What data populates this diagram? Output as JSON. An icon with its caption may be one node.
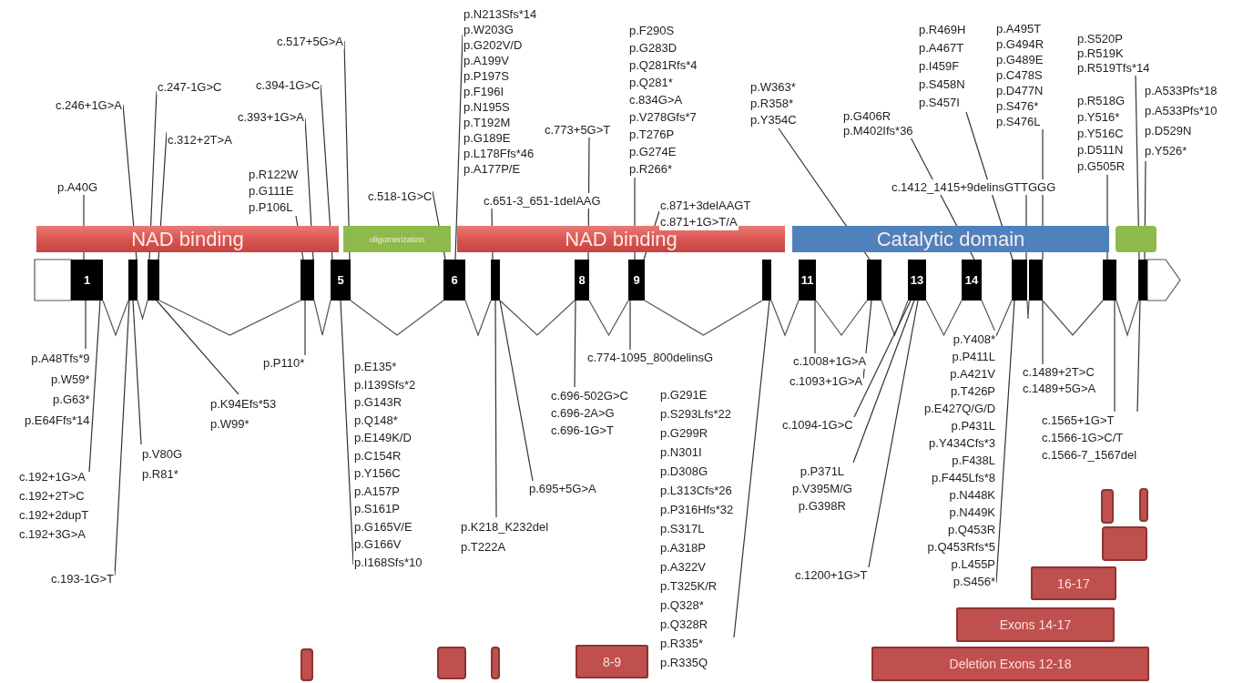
{
  "diagram": {
    "nodes": [
      {
        "text": [
          "p.A40G"
        ]
      },
      {
        "text": [
          "c.246+1G>A"
        ]
      },
      {
        "text": [
          "c.247-1G>C"
        ]
      },
      {
        "text": [
          "c.312+2T>A"
        ]
      },
      {
        "text": [
          "c.393+1G>A"
        ]
      },
      {
        "text": [
          "c.394-1G>C"
        ]
      },
      {
        "text": [
          "c.517+5G>A"
        ]
      },
      {
        "text": [
          "p.R122W",
          "p.G111E",
          "p.P106L"
        ]
      },
      {
        "text": [
          "c.518-1G>C"
        ]
      },
      {
        "text": [
          "p.N213Sfs*14",
          "p.W203G",
          "p.G202V/D",
          "p.A199V",
          "p.P197S",
          "p.F196I",
          "p.N195S",
          "p.T192M",
          "p.G189E",
          "p.L178Ffs*46",
          "p.A177P/E"
        ]
      },
      {
        "text": [
          "c.651-3_651-1delAAG"
        ]
      },
      {
        "text": [
          "c.773+5G>T"
        ]
      },
      {
        "text": [
          "p.F290S",
          "p.G283D",
          "p.Q281Rfs*4",
          "p.Q281*",
          "c.834G>A",
          "p.V278Gfs*7",
          "p.T276P",
          "p.G274E",
          "p.R266*"
        ]
      },
      {
        "text": [
          "c.871+3delAAGT",
          "c.871+1G>T/A"
        ]
      },
      {
        "text": [
          "p.W363*",
          "p.R358*",
          "p.Y354C"
        ]
      },
      {
        "text": [
          "p.G406R",
          "p.M402Ifs*36"
        ]
      },
      {
        "text": [
          "p.R469H",
          "p.A467T",
          "p.I459F",
          "p.S458N",
          "p.S457I"
        ]
      },
      {
        "text": [
          "p.A495T",
          "p.G494R",
          "p.G489E",
          "p.C478S",
          "p.D477N",
          "p.S476*",
          "p.S476L"
        ]
      },
      {
        "text": [
          "c.1412_1415+9delinsGTTGGG"
        ]
      },
      {
        "text": [
          "p.S520P",
          "p.R519K",
          "p.R519Tfs*14"
        ]
      },
      {
        "text": [
          "p.R518G",
          "p.Y516*",
          "p.Y516C",
          "p.D511N",
          "p.G505R"
        ]
      },
      {
        "text": [
          "p.A533Pfs*18",
          "p.A533Pfs*10",
          "p.D529N",
          "p.Y526*"
        ]
      },
      {
        "text": [
          "NAD binding"
        ]
      },
      {
        "text": [
          "oligomerization"
        ]
      },
      {
        "text": [
          "NAD binding"
        ]
      },
      {
        "text": [
          "Catalytic domain"
        ]
      },
      {
        "text": [],
        "shape": "bar"
      },
      {
        "text": [
          "1"
        ]
      },
      {
        "text": [],
        "shape": "box"
      },
      {
        "text": [],
        "shape": "box"
      },
      {
        "text": [],
        "shape": "box"
      },
      {
        "text": [
          "5"
        ]
      },
      {
        "text": [
          "6"
        ]
      },
      {
        "text": [],
        "shape": "box"
      },
      {
        "text": [
          "8"
        ]
      },
      {
        "text": [
          "9"
        ]
      },
      {
        "text": [],
        "shape": "box"
      },
      {
        "text": [
          "11"
        ]
      },
      {
        "text": [],
        "shape": "box"
      },
      {
        "text": [
          "13"
        ]
      },
      {
        "text": [
          "14"
        ]
      },
      {
        "text": [],
        "shape": "box"
      },
      {
        "text": [],
        "shape": "box"
      },
      {
        "text": [],
        "shape": "box"
      },
      {
        "text": [],
        "shape": "box"
      },
      {
        "text": [
          "p.A48Tfs*9",
          "p.W59*",
          "p.G63*",
          "p.E64Ffs*14"
        ]
      },
      {
        "text": [
          "c.192+1G>A",
          "c.192+2T>C",
          "c.192+2dupT",
          "c.192+3G>A"
        ]
      },
      {
        "text": [
          "p.V80G",
          "p.R81*"
        ]
      },
      {
        "text": [
          "p.K94Efs*53",
          "p.W99*"
        ]
      },
      {
        "text": [
          "p.P110*"
        ]
      },
      {
        "text": [
          "p.E135*",
          "p.I139Sfs*2",
          "p.G143R",
          "p.Q148*",
          "p.E149K/D",
          "p.C154R",
          "p.Y156C",
          "p.A157P",
          "p.S161P",
          "p.G165V/E",
          "p.G166V",
          "p.I168Sfs*10"
        ]
      },
      {
        "text": [
          "c.193-1G>T"
        ]
      },
      {
        "text": [
          "c.774-1095_800delinsG"
        ]
      },
      {
        "text": [
          "c.696-502G>C",
          "c.696-2A>G",
          "c.696-1G>T"
        ]
      },
      {
        "text": [
          "p.695+5G>A"
        ]
      },
      {
        "text": [
          "p.K218_K232del",
          "p.T222A"
        ]
      },
      {
        "text": [
          "p.G291E",
          "p.S293Lfs*22",
          "p.G299R",
          "p.N301I",
          "p.D308G",
          "p.L313Cfs*26",
          "p.P316Hfs*32",
          "p.S317L",
          "p.A318P",
          "p.A322V",
          "p.T325K/R",
          "p.Q328*",
          "p.Q328R",
          "p.R335*",
          "p.R335Q"
        ]
      },
      {
        "text": [
          "c.1008+1G>A"
        ]
      },
      {
        "text": [
          "c.1093+1G>A"
        ]
      },
      {
        "text": [
          "c.1094-1G>C"
        ]
      },
      {
        "text": [
          "p.P371L",
          "p.V395M/G",
          "p.G398R"
        ]
      },
      {
        "text": [
          "c.1200+1G>T"
        ]
      },
      {
        "text": [
          "p.Y408*",
          "p.P411L",
          "p.A421V",
          "p.T426P",
          "p.E427Q/G/D",
          "p.P431L",
          "p.Y434Cfs*3",
          "p.F438L",
          "p.F445Lfs*8",
          "p.N448K",
          "p.N449K",
          "p.Q453R",
          "p.Q453Rfs*5",
          "p.L455P",
          "p.S456*"
        ]
      },
      {
        "text": [
          "c.1489+2T>C",
          "c.1489+5G>A"
        ]
      },
      {
        "text": [
          "c.1565+1G>T",
          "c.1566-1G>C/T",
          "c.1566-7_1567del"
        ]
      },
      {
        "text": [],
        "shape": "bar"
      },
      {
        "text": [],
        "shape": "bar"
      },
      {
        "text": [],
        "shape": "bar"
      },
      {
        "text": [
          "8-9"
        ]
      },
      {
        "text": [],
        "shape": "bar"
      },
      {
        "text": [],
        "shape": "bar"
      },
      {
        "text": [],
        "shape": "bar"
      },
      {
        "text": [
          "16-17"
        ]
      },
      {
        "text": [
          "Exons 14-17"
        ]
      },
      {
        "text": [
          "Deletion Exons 12-18"
        ]
      }
    ],
    "edges": [
      {
        "from": 0,
        "to": 27,
        "arrow": "none"
      },
      {
        "from": 1,
        "to": 28,
        "arrow": "none"
      },
      {
        "from": 2,
        "to": 29,
        "arrow": "none"
      },
      {
        "from": 3,
        "to": 29,
        "arrow": "none"
      },
      {
        "from": 4,
        "to": 30,
        "arrow": "none"
      },
      {
        "from": 5,
        "to": 31,
        "arrow": "none"
      },
      {
        "from": 6,
        "to": 31,
        "arrow": "none"
      },
      {
        "from": 7,
        "to": 30,
        "arrow": "none"
      },
      {
        "from": 8,
        "to": 32,
        "arrow": "none"
      },
      {
        "from": 9,
        "to": 32,
        "arrow": "none"
      },
      {
        "from": 10,
        "to": 33,
        "arrow": "none"
      },
      {
        "from": 11,
        "to": 34,
        "arrow": "none"
      },
      {
        "from": 12,
        "to": 35,
        "arrow": "none"
      },
      {
        "from": 13,
        "to": 35,
        "arrow": "none"
      },
      {
        "from": 14,
        "to": 38,
        "arrow": "none"
      },
      {
        "from": 15,
        "to": 40,
        "arrow": "none"
      },
      {
        "from": 16,
        "to": 41,
        "arrow": "none"
      },
      {
        "from": 17,
        "to": 42,
        "arrow": "none"
      },
      {
        "from": 18,
        "to": 41,
        "arrow": "none"
      },
      {
        "from": 19,
        "to": 44,
        "arrow": "none"
      },
      {
        "from": 20,
        "to": 43,
        "arrow": "none"
      },
      {
        "from": 21,
        "to": 44,
        "arrow": "none"
      },
      {
        "from": 45,
        "to": 27,
        "arrow": "none"
      },
      {
        "from": 46,
        "to": 27,
        "arrow": "none"
      },
      {
        "from": 47,
        "to": 28,
        "arrow": "none"
      },
      {
        "from": 48,
        "to": 29,
        "arrow": "none"
      },
      {
        "from": 49,
        "to": 30,
        "arrow": "none"
      },
      {
        "from": 50,
        "to": 31,
        "arrow": "none"
      },
      {
        "from": 51,
        "to": 28,
        "arrow": "none"
      },
      {
        "from": 52,
        "to": 35,
        "arrow": "none"
      },
      {
        "from": 53,
        "to": 34,
        "arrow": "none"
      },
      {
        "from": 54,
        "to": 33,
        "arrow": "none"
      },
      {
        "from": 55,
        "to": 33,
        "arrow": "none"
      },
      {
        "from": 56,
        "to": 36,
        "arrow": "none"
      },
      {
        "from": 57,
        "to": 37,
        "arrow": "none"
      },
      {
        "from": 58,
        "to": 38,
        "arrow": "none"
      },
      {
        "from": 59,
        "to": 39,
        "arrow": "none"
      },
      {
        "from": 60,
        "to": 39,
        "arrow": "none"
      },
      {
        "from": 61,
        "to": 39,
        "arrow": "none"
      },
      {
        "from": 62,
        "to": 41,
        "arrow": "none"
      },
      {
        "from": 63,
        "to": 42,
        "arrow": "none"
      },
      {
        "from": 64,
        "to": 43,
        "arrow": "none"
      },
      {
        "from": 64,
        "to": 44,
        "arrow": "none"
      }
    ]
  }
}
